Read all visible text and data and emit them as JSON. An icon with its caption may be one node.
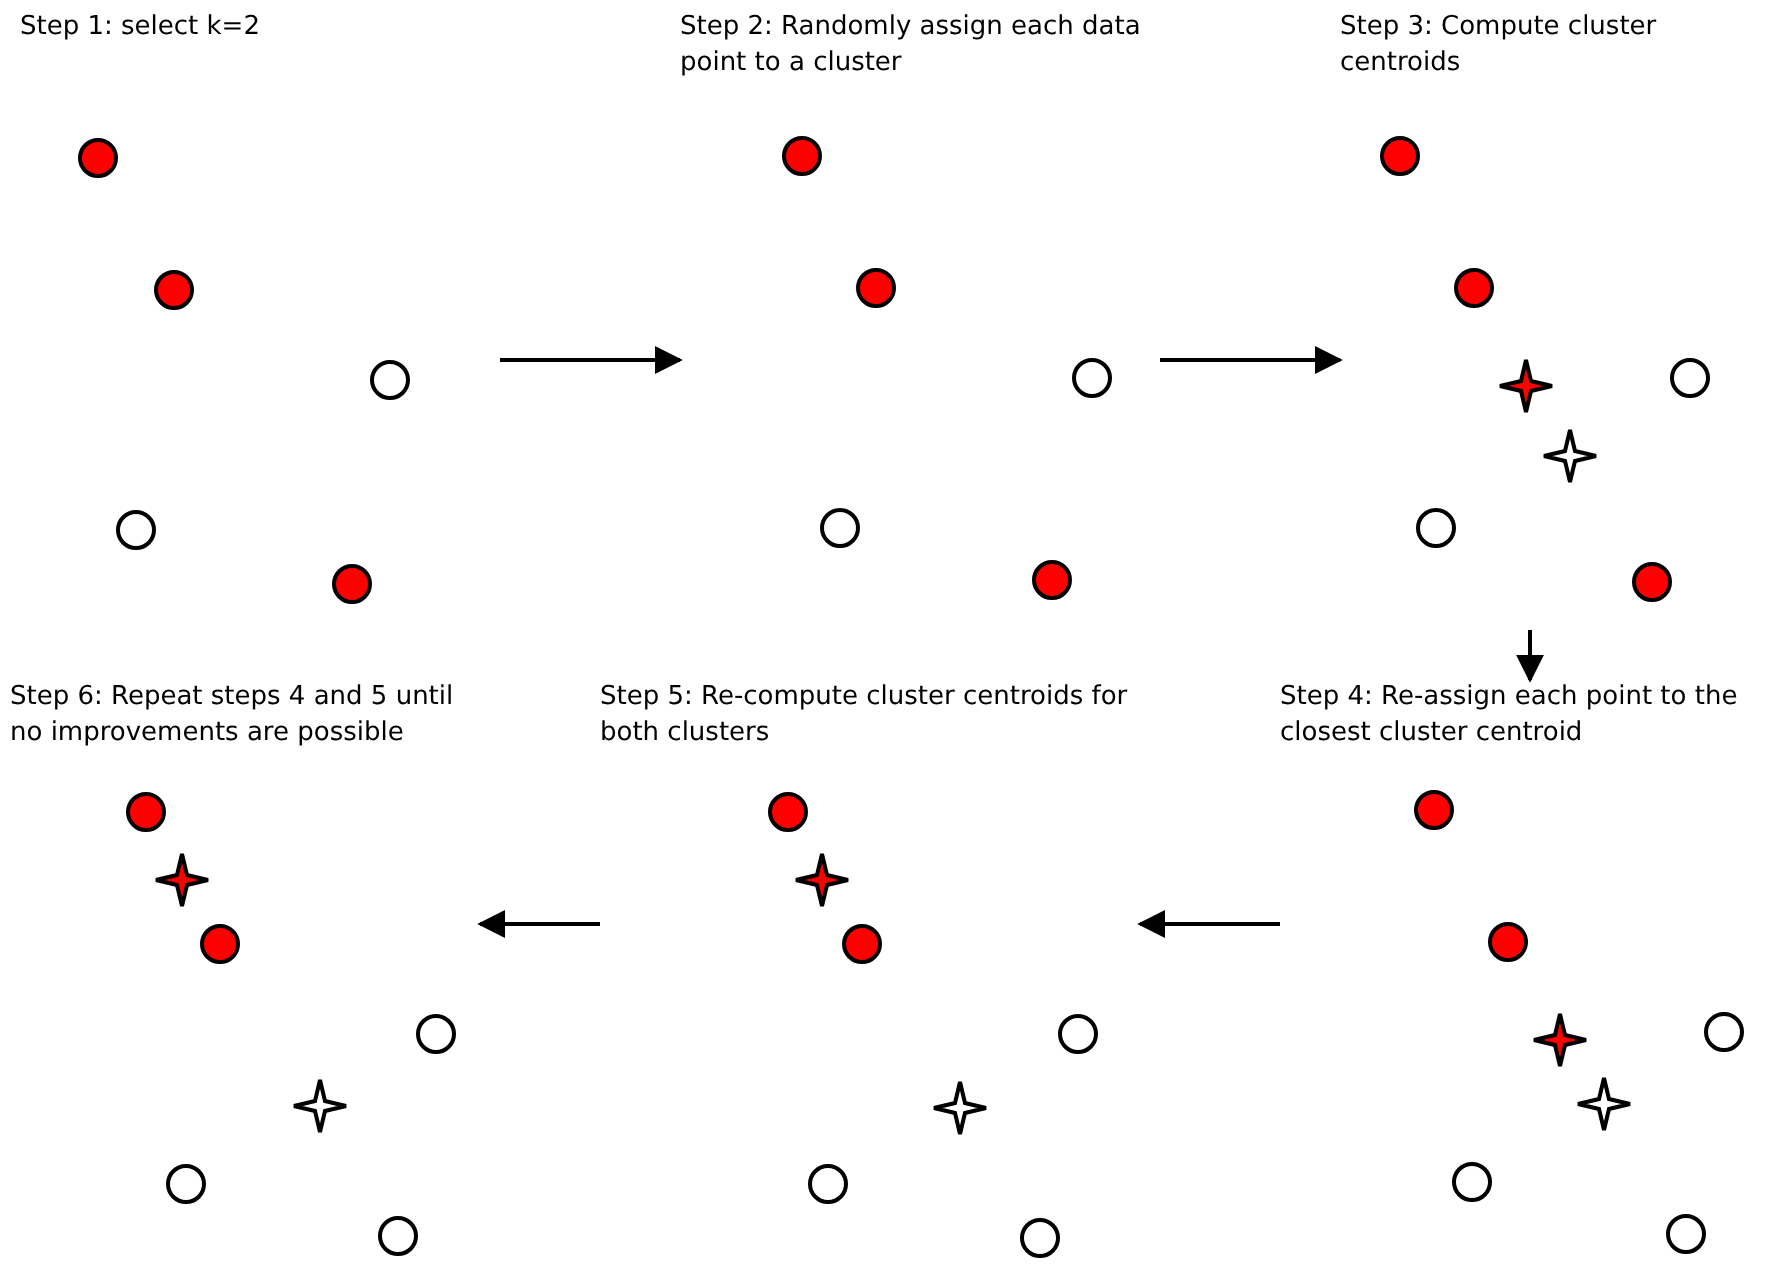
{
  "diagram": {
    "nodes": [
      {
        "text": [
          "Step 1: select k=2"
        ]
      },
      {
        "text": [
          "Step 2: Randomly assign each data point to a cluster"
        ]
      },
      {
        "text": [
          "Step 3: Compute cluster centroids"
        ]
      },
      {
        "text": [
          "Step 4: Re-assign each point to the closest cluster centroid"
        ]
      },
      {
        "text": [
          "Step 5: Re-compute cluster centroids for both clusters"
        ]
      },
      {
        "text": [
          "Step 6: Repeat steps 4 and 5 until no improvements are possible"
        ]
      }
    ],
    "edges": [
      {
        "from": 0,
        "to": 1,
        "arrow": "to"
      },
      {
        "from": 1,
        "to": 2,
        "arrow": "to"
      },
      {
        "from": 2,
        "to": 3,
        "arrow": "to"
      },
      {
        "from": 3,
        "to": 4,
        "arrow": "to"
      },
      {
        "from": 4,
        "to": 5,
        "arrow": "to"
      }
    ]
  }
}
